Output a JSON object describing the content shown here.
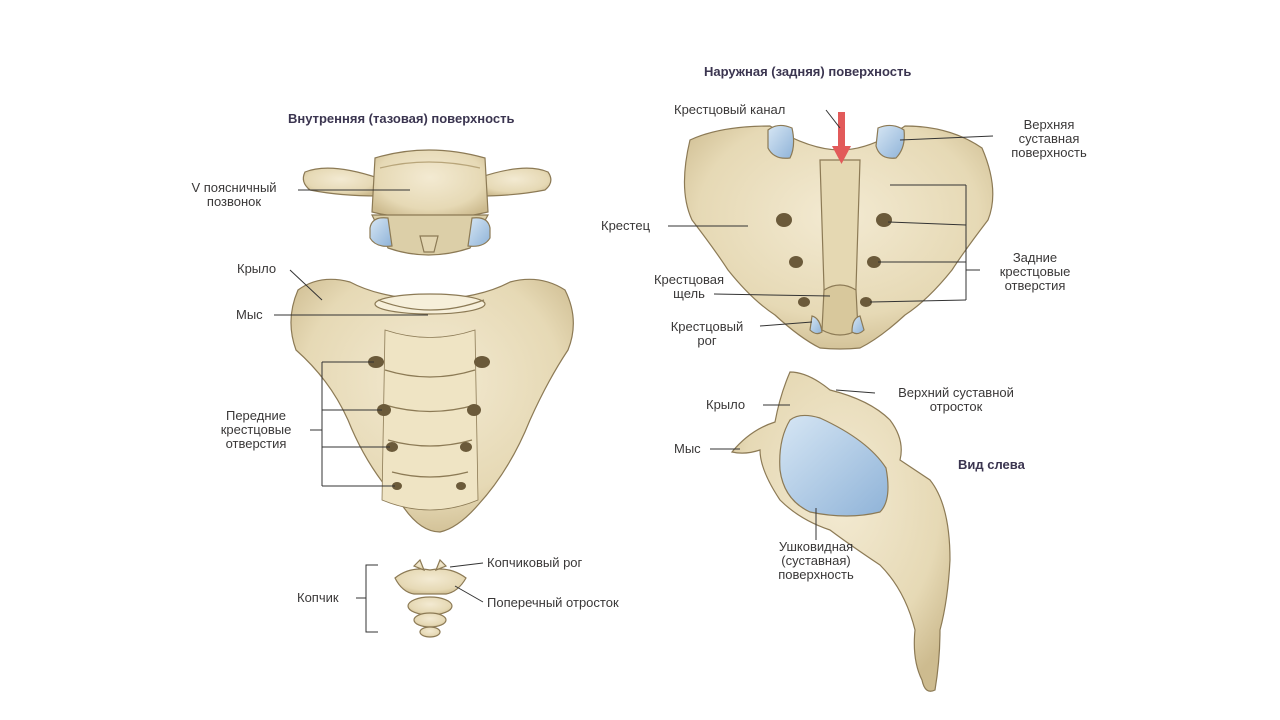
{
  "titles": {
    "inner": "Внутренняя (тазовая) поверхность",
    "outer": "Наружная (задняя) поверхность",
    "left_view": "Вид слева"
  },
  "labels": {
    "lumbar_v": [
      "V поясничный",
      "позвонок"
    ],
    "wing": "Крыло",
    "promontory": "Мыс",
    "anterior_foramina": [
      "Передние",
      "крестцовые",
      "отверстия"
    ],
    "coccyx": "Копчик",
    "coccygeal_horn": "Копчиковый рог",
    "transverse_process": "Поперечный отросток",
    "sacral_canal": "Крестцовый канал",
    "superior_articular_surface": [
      "Верхняя",
      "суставная",
      "поверхность"
    ],
    "sacrum": "Крестец",
    "posterior_foramina": [
      "Задние",
      "крестцовые",
      "отверстия"
    ],
    "sacral_hiatus": [
      "Крестцовая",
      "щель"
    ],
    "sacral_horn": [
      "Крестцовый",
      "рог"
    ],
    "wing_side": "Крыло",
    "superior_articular_process": [
      "Верхний суставной",
      "отросток"
    ],
    "promontory_side": "Мыс",
    "auricular_surface": [
      "Ушковидная",
      "(суставная)",
      "поверхность"
    ]
  },
  "colors": {
    "bone": "#ece2c4",
    "bone_shadow": "#c9b98f",
    "bone_outline": "#8c7a55",
    "cartilage": "#a9c8e6",
    "arrow": "#e25a5a",
    "leader": "#333333"
  }
}
